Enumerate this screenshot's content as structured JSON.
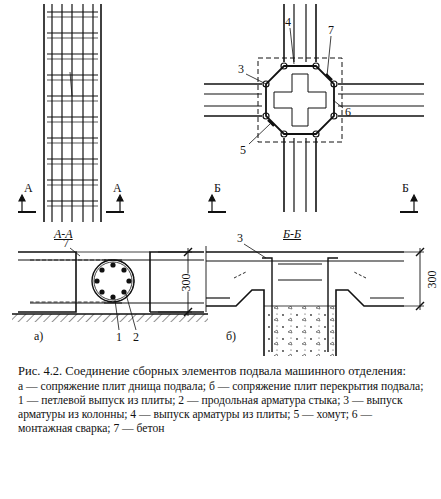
{
  "diagram": {
    "caption": "Рис. 4.2. Соединение сборных элементов подвала машинного отделения:",
    "labels": [
      "А",
      "А",
      "Б",
      "Б",
      "А-А",
      "Б-Б",
      "7",
      "1",
      "2",
      "300",
      "а)",
      "3",
      "4",
      "7",
      "5",
      "6",
      "3",
      "300",
      "б)",
      "а — сопряжение плит днища подвала; б — сопряжение плит перекрытия подвала; 1 — петлевой выпуск из плиты; 2 — продольная арматура стыка; 3 — выпуск арматуры из колонны; 4 — выпуск арматуры из плиты; 5 — хомут; 6 — монтажная сварка; 7 — бетон"
    ]
  }
}
